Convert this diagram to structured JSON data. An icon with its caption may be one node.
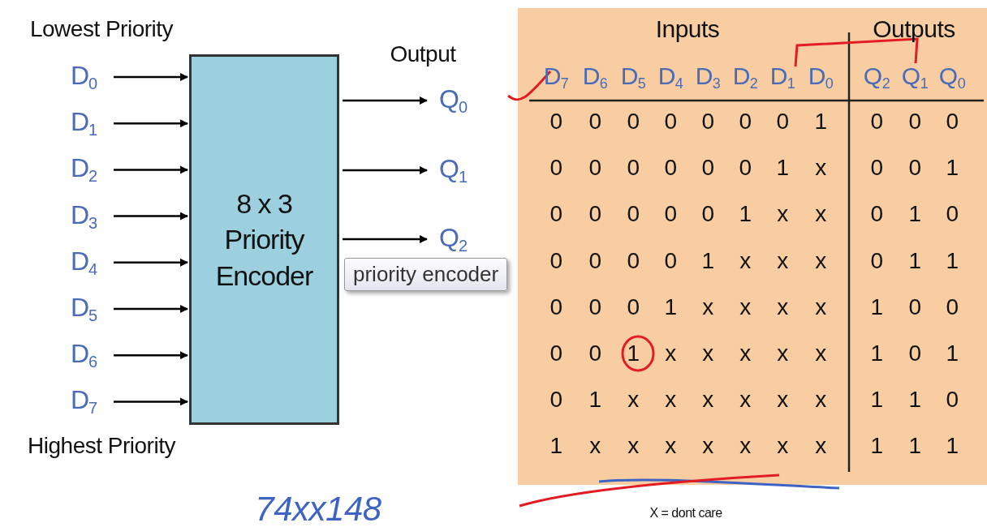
{
  "diagram": {
    "nodes": [
      {
        "text": [
          "8 x 3 Priority Encoder"
        ]
      },
      {
        "text": [
          "D$_{0}$"
        ]
      },
      {
        "text": [
          "D$_{1}$"
        ]
      },
      {
        "text": [
          "D$_{2}$"
        ]
      },
      {
        "text": [
          "D$_{3}$"
        ]
      },
      {
        "text": [
          "D$_{4}$"
        ]
      },
      {
        "text": [
          "D$_{5}$"
        ]
      },
      {
        "text": [
          "D$_{6}$"
        ]
      },
      {
        "text": [
          "D$_{7}$"
        ]
      },
      {
        "text": [
          "Q$_{0}$"
        ]
      },
      {
        "text": [
          "Q$_{1}$"
        ]
      },
      {
        "text": [
          "Q$_{2}$"
        ]
      }
    ],
    "edges": [
      {
        "from": 1,
        "to": 0,
        "arrow": "to"
      },
      {
        "from": 2,
        "to": 0,
        "arrow": "to"
      },
      {
        "from": 3,
        "to": 0,
        "arrow": "to"
      },
      {
        "from": 4,
        "to": 0,
        "arrow": "to"
      },
      {
        "from": 5,
        "to": 0,
        "arrow": "to"
      },
      {
        "from": 6,
        "to": 0,
        "arrow": "to"
      },
      {
        "from": 7,
        "to": 0,
        "arrow": "to"
      },
      {
        "from": 8,
        "to": 0,
        "arrow": "to"
      },
      {
        "from": 0,
        "to": 9,
        "arrow": "to"
      },
      {
        "from": 0,
        "to": 10,
        "arrow": "to"
      },
      {
        "from": 0,
        "to": 11,
        "arrow": "to"
      }
    ],
    "labels": [
      "Lowest Priority",
      "Output",
      "Highest Priority",
      "priority encoder",
      "Inputs",
      "Outputs",
      "D$_{7}$",
      "D$_{6}$",
      "D$_{5}$",
      "D$_{4}$",
      "D$_{3}$",
      "D$_{2}$",
      "D$_{1}$",
      "D$_{0}$",
      "Q$_{2}$",
      "Q$_{1}$",
      "Q$_{0}$",
      "0",
      "0",
      "0",
      "0",
      "0",
      "0",
      "0",
      "1",
      "0",
      "0",
      "0",
      "0",
      "0",
      "0",
      "0",
      "0",
      "0",
      "1",
      "x",
      "0",
      "0",
      "1",
      "0",
      "0",
      "0",
      "0",
      "0",
      "1",
      "x",
      "x",
      "0",
      "1",
      "0",
      "0",
      "0",
      "0",
      "0",
      "1",
      "x",
      "x",
      "x",
      "0",
      "1",
      "1",
      "0",
      "0",
      "0",
      "1",
      "x",
      "x",
      "x",
      "x",
      "1",
      "0",
      "0",
      "0",
      "0",
      "1",
      "x",
      "x",
      "x",
      "x",
      "x",
      "1",
      "0",
      "1",
      "0",
      "1",
      "x",
      "x",
      "x",
      "x",
      "x",
      "x",
      "1",
      "1",
      "0",
      "1",
      "x",
      "x",
      "x",
      "x",
      "x",
      "x",
      "x",
      "1",
      "1",
      "1",
      "X = dont care",
      "74xx148"
    ]
  }
}
